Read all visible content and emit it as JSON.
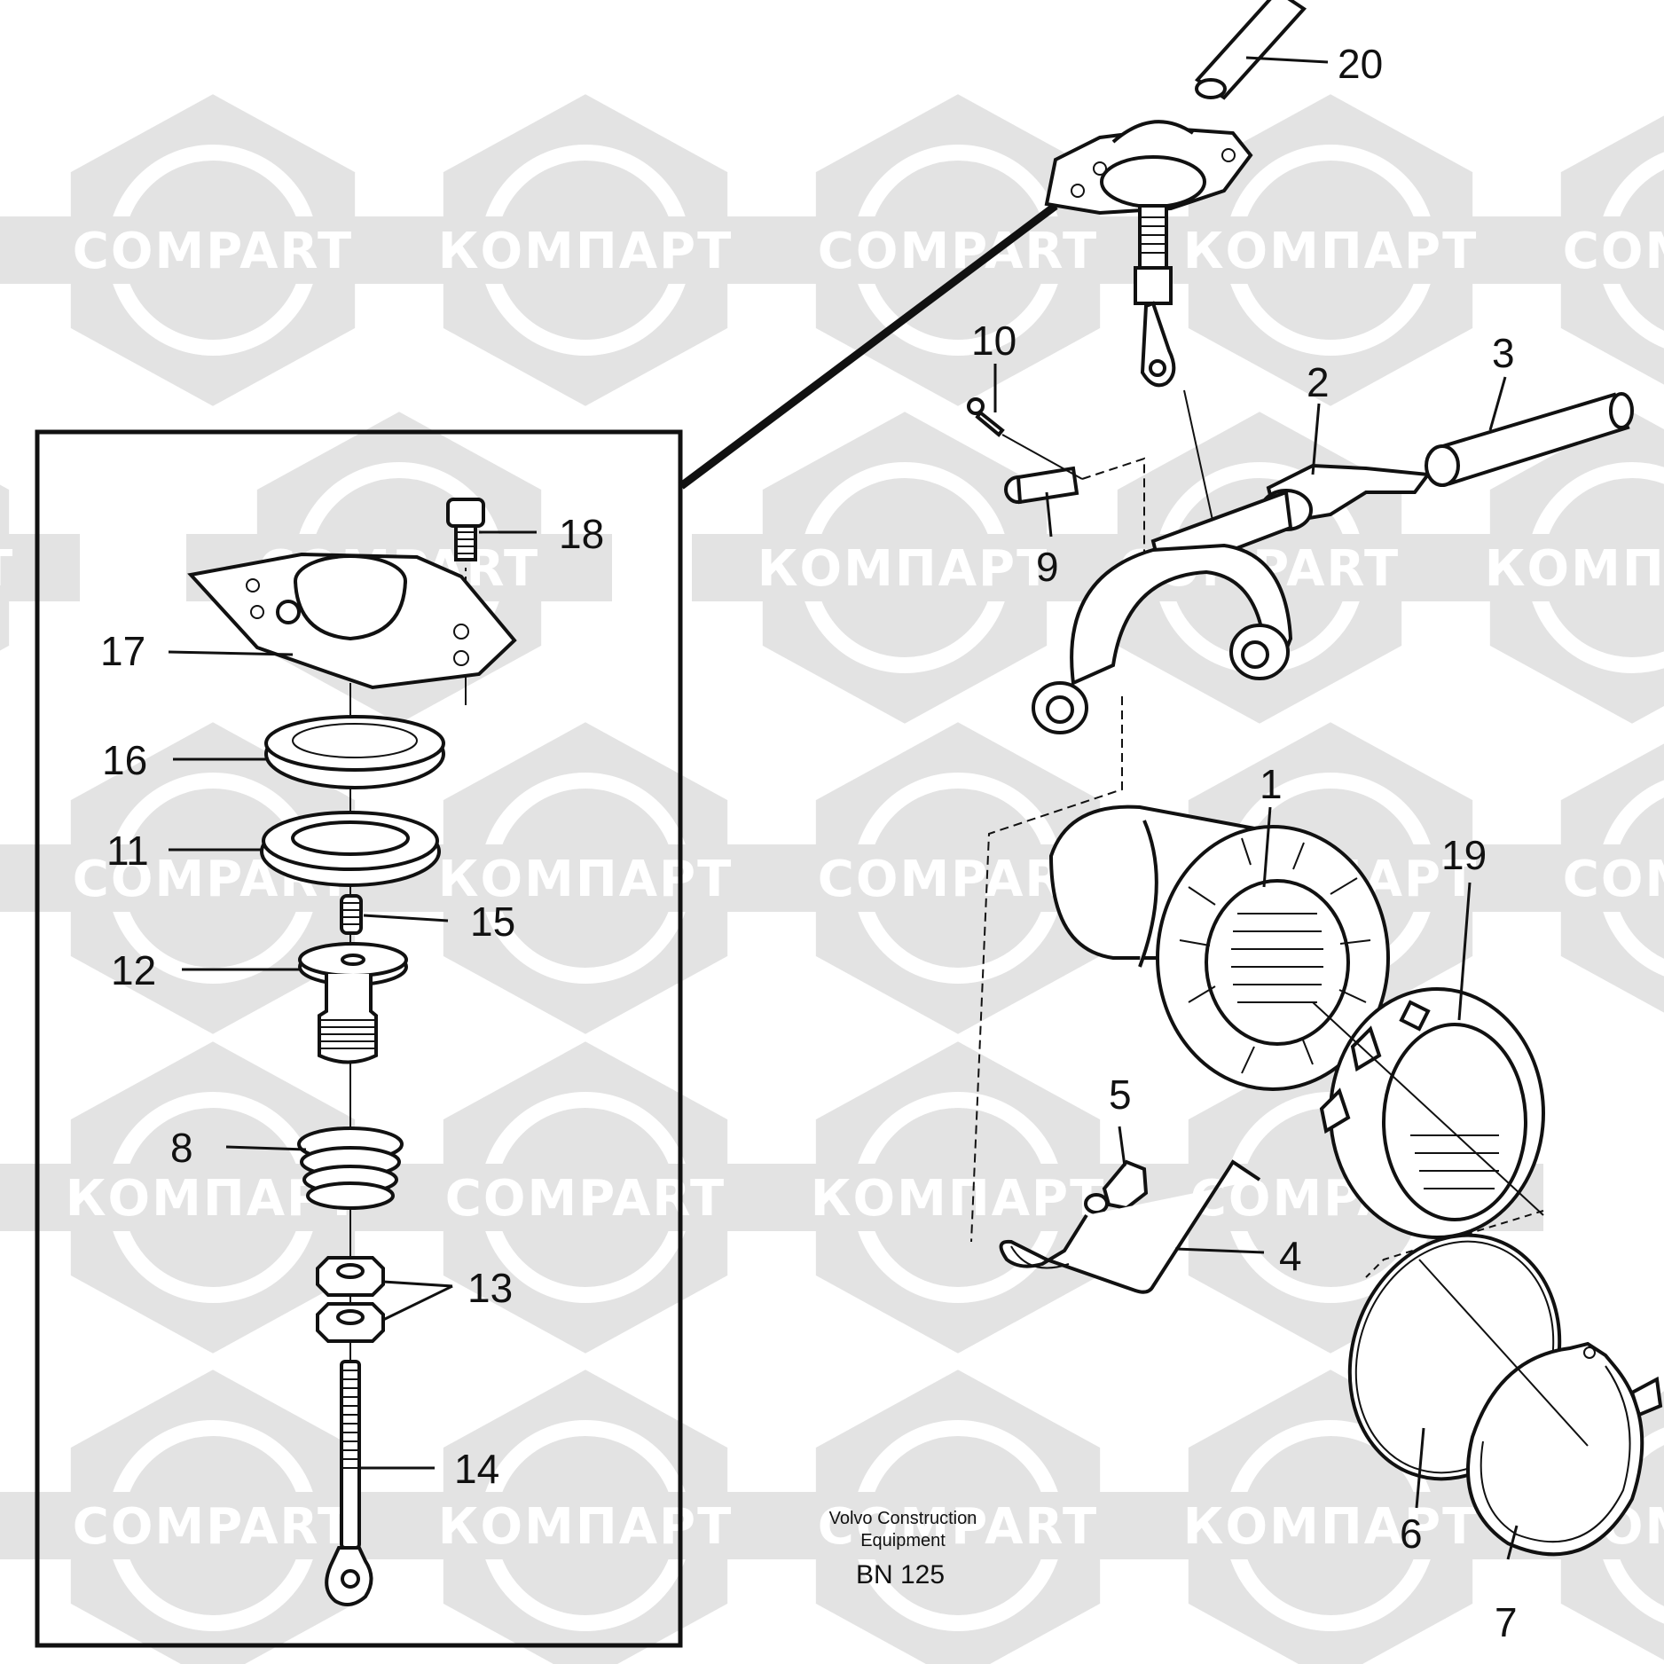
{
  "watermark": {
    "latin": "COMPART",
    "cyrillic": "КОМПАРТ",
    "color": "#e3e3e3"
  },
  "callouts": [
    "1",
    "2",
    "3",
    "4",
    "5",
    "6",
    "7",
    "8",
    "9",
    "10",
    "11",
    "12",
    "13",
    "14",
    "15",
    "16",
    "17",
    "18",
    "19",
    "20"
  ],
  "caption": {
    "line1": "Volvo Construction",
    "line2": "Equipment",
    "code": "BN 125"
  }
}
